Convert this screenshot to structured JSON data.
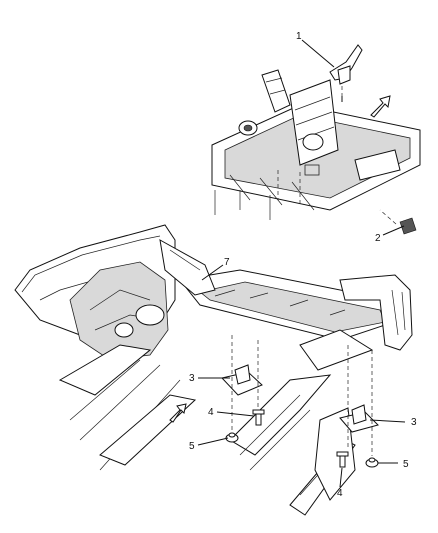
{
  "diagram": {
    "callouts": [
      {
        "label": "1"
      },
      {
        "label": "2"
      },
      {
        "label": "7"
      },
      {
        "label": "3"
      },
      {
        "label": "3"
      },
      {
        "label": "4"
      },
      {
        "label": "4"
      },
      {
        "label": "5"
      },
      {
        "label": "5"
      }
    ]
  }
}
